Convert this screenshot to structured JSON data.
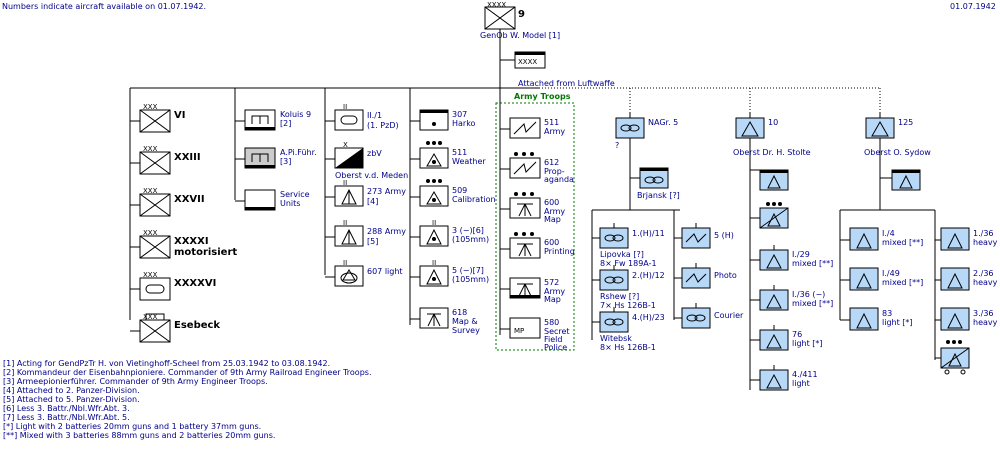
{
  "header": {
    "note": "Numbers indicate aircraft available on 01.07.1942.",
    "date": "01.07.1942"
  },
  "army": {
    "number": "9",
    "commander": "GenOb  W. Model [1]",
    "hq_label": "XXXX"
  },
  "luftwaffe_label": "Attached from Luftwaffe",
  "army_troops_label": "Army Troops",
  "corps": [
    {
      "label": "VI"
    },
    {
      "label": "XXIII"
    },
    {
      "label": "XXVII"
    },
    {
      "label": "XXXXI",
      "sub": "motorisiert"
    },
    {
      "label": "XXXXVI"
    },
    {
      "label": "Esebeck"
    }
  ],
  "col2": [
    {
      "label": "Koluis 9",
      "sub": "[2]"
    },
    {
      "label": "A.Pi.Führ.",
      "sub": "[3]"
    },
    {
      "label": "Service",
      "sub": "Units"
    }
  ],
  "col3": [
    {
      "label": "II./1",
      "sub": "(1. PzD)"
    },
    {
      "label": "zbV",
      "sub": "Oberst  v.d. Meden"
    },
    {
      "label": "273 Army",
      "sub": "[4]"
    },
    {
      "label": "288 Army",
      "sub": "[5]"
    },
    {
      "label": "607 light"
    }
  ],
  "col4": [
    {
      "label": "307",
      "sub": "Harko"
    },
    {
      "label": "511",
      "sub": "Weather"
    },
    {
      "label": "509",
      "sub": "Calibration"
    },
    {
      "label": "3 (−)[6]",
      "sub": "(105mm)"
    },
    {
      "label": "5 (−)[7]",
      "sub": "(105mm)"
    },
    {
      "label": "618",
      "sub": "Map &",
      "sub2": "Survey"
    }
  ],
  "col5": [
    {
      "label": "511",
      "sub": "Army"
    },
    {
      "label": "612",
      "sub": "Prop-",
      "sub2": "aganda"
    },
    {
      "label": "600",
      "sub": "Army",
      "sub2": "Map"
    },
    {
      "label": "600",
      "sub": "Printing"
    },
    {
      "label": "572",
      "sub": "Army",
      "sub2": "Map"
    },
    {
      "label": "580",
      "sub": "Secret",
      "sub2": "Field",
      "sub3": "Police",
      "mp": "MP"
    }
  ],
  "nagr": {
    "label": "NAGr. 5",
    "q": "?",
    "hq": "Brjansk [?]",
    "units": [
      {
        "label": "1.(H)/11",
        "sub": "Lipovka [?]",
        "sub2": "8× Fw 189A-1"
      },
      {
        "label": "2.(H)/12",
        "sub": "Rshew [?]",
        "sub2": "7× Hs 126B-1"
      },
      {
        "label": "4.(H)/23",
        "sub": "Witebsk",
        "sub2": "8× Hs 126B-1"
      }
    ],
    "side": [
      {
        "label": "5 (H)"
      },
      {
        "label": "Photo"
      },
      {
        "label": "Courier"
      }
    ]
  },
  "flak10": {
    "label": "10",
    "commander": "Oberst Dr. H. Stolte",
    "units": [
      {
        "label": "I./29",
        "sub": "mixed [**]"
      },
      {
        "label": "I./36 (−)",
        "sub": "mixed [**]"
      },
      {
        "label": "76",
        "sub": "light [*]"
      },
      {
        "label": "4./411",
        "sub": "light"
      }
    ]
  },
  "flak125": {
    "label": "125",
    "commander": "Oberst O. Sydow",
    "left": [
      {
        "label": "I./4",
        "sub": "mixed [**]"
      },
      {
        "label": "I./49",
        "sub": "mixed [**]"
      },
      {
        "label": "83",
        "sub": "light [*]"
      }
    ],
    "right": [
      {
        "label": "1./36",
        "sub": "heavy"
      },
      {
        "label": "2./36",
        "sub": "heavy"
      },
      {
        "label": "3./36",
        "sub": "heavy"
      }
    ]
  },
  "footnotes": [
    "[1] Acting for GendPzTr H. von Vietinghoff-Scheel from 25.03.1942 to  03.08.1942.",
    "[2] Kommandeur der Eisenbahnpioniere. Commander of 9th Army Railroad Engineer Troops.",
    "[3] Armeepionierführer. Commander of 9th Army Engineer Troops.",
    "[4] Attached to 2. Panzer-Division.",
    "[5] Attached to 5. Panzer-Division.",
    "[6] Less 3. Battr./Nbl.Wfr.Abt. 3.",
    "[7] Less 3. Battr./Nbl.Wfr.Abt. 5.",
    "[*] Light with 2 batteries 20mm guns and 1 battery 37mm guns.",
    "[**] Mixed with 3 batteries 88mm guns and 2 batteries 20mm guns."
  ],
  "colors": {
    "text": "#00008b",
    "luftwaffe_fill": "#b8d8f8",
    "green": "#007a00"
  }
}
